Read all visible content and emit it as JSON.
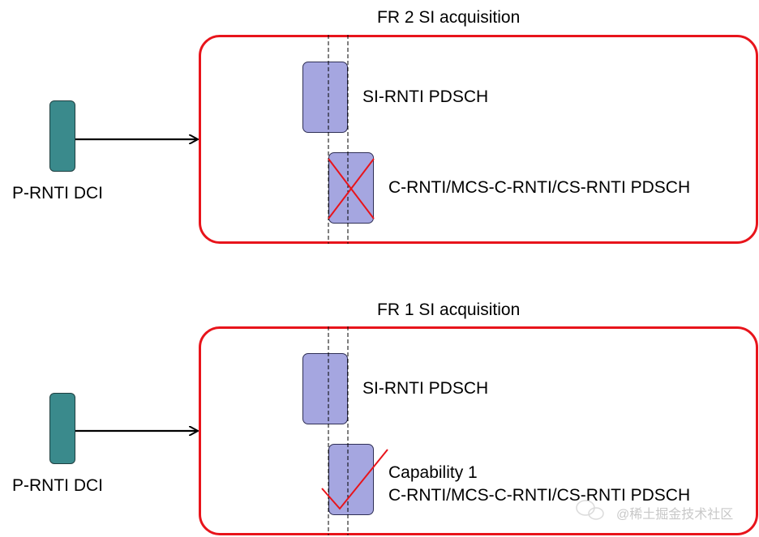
{
  "colors": {
    "frame": "#e8141b",
    "dci": "#3a8a8c",
    "pdsch": "#a5a6e0",
    "mark": "#e8141b"
  },
  "panels": [
    {
      "title": "FR 2  SI acquisition",
      "dci_label": "P-RNTI  DCI",
      "pdsch1_label": "SI-RNTI  PDSCH",
      "pdsch2_line1": "",
      "pdsch2_line2": "C-RNTI/MCS-C-RNTI/CS-RNTI  PDSCH",
      "mark": "cross-icon"
    },
    {
      "title": "FR 1  SI acquisition",
      "dci_label": "P-RNTI  DCI",
      "pdsch1_label": "SI-RNTI  PDSCH",
      "pdsch2_line1": "Capability 1",
      "pdsch2_line2": "C-RNTI/MCS-C-RNTI/CS-RNTI  PDSCH",
      "mark": "check-icon"
    }
  ],
  "watermark": "@稀土掘金技术社区"
}
